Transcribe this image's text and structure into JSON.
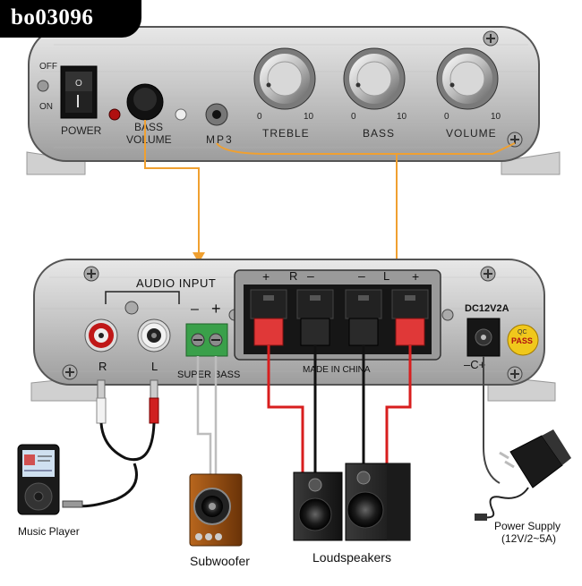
{
  "watermark": "bo03096",
  "front_panel": {
    "switch_off": "OFF",
    "switch_on": "ON",
    "power_label": "POWER",
    "bass_volume_label_1": "BASS",
    "bass_volume_label_2": "VOLUME",
    "mp3_label": "MP3",
    "knobs": [
      {
        "label": "TREBLE",
        "min": "0",
        "max": "10"
      },
      {
        "label": "BASS",
        "min": "0",
        "max": "10"
      },
      {
        "label": "VOLUME",
        "min": "0",
        "max": "10"
      }
    ]
  },
  "rear_panel": {
    "audio_input_label": "AUDIO INPUT",
    "rca_right": "R",
    "rca_left": "L",
    "sub_minus": "–",
    "sub_plus": "+",
    "super_bass_label": "SUPER BASS",
    "spk_plus_r": "+",
    "spk_r": "R",
    "spk_minus_r": "–",
    "spk_minus_l": "–",
    "spk_l": "L",
    "spk_plus_l": "+",
    "made_in_china": "MADE IN CHINA",
    "dc_label": "DC12V2A",
    "dc_polarity": "–C+",
    "pass_sticker_line1": "PASS",
    "pass_sticker_line2": "QC"
  },
  "components": {
    "music_player_label": "Music Player",
    "subwoofer_label": "Subwoofer",
    "loudspeakers_label": "Loudspeakers",
    "power_supply_label": "Power Supply",
    "power_supply_spec": "(12V/2~5A)"
  },
  "colors": {
    "arrow": "#f0a030",
    "speaker_red": "#d81e1e",
    "speaker_black": "#111111",
    "panel_silver": "#c9c9c9"
  }
}
